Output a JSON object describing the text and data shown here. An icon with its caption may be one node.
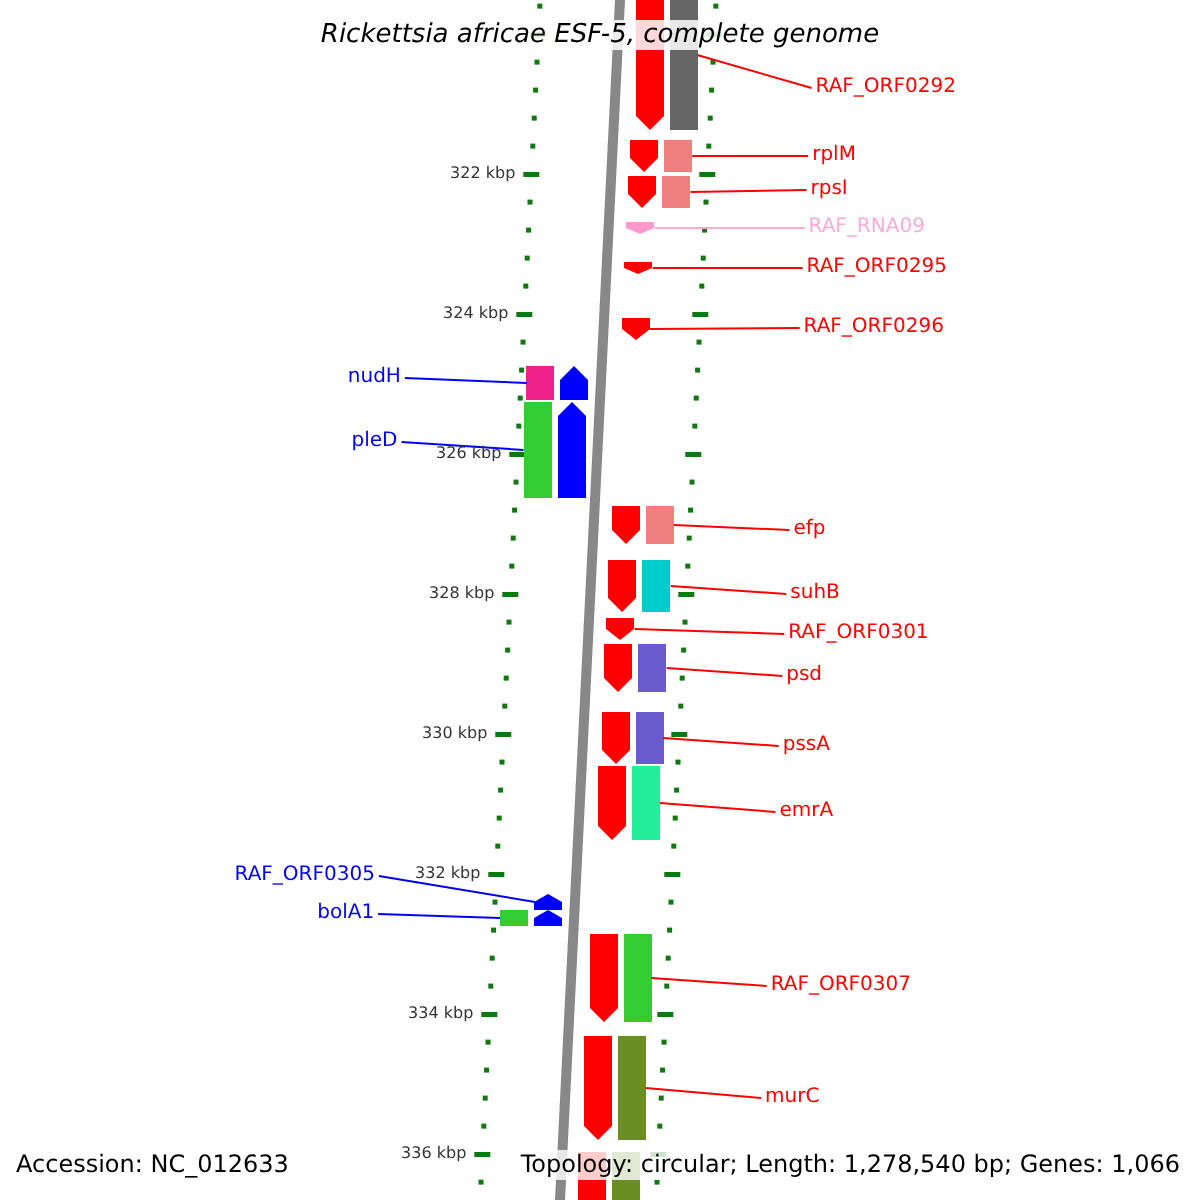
{
  "diagram": {
    "title": "Rickettsia africae ESF-5, complete genome",
    "nodes": [
      {
        "text": [
          "RAF_ORF0292"
        ]
      },
      {
        "text": [],
        "shape": "arrow"
      },
      {
        "text": [
          "rplM"
        ]
      },
      {
        "text": [],
        "shape": "arrow"
      },
      {
        "text": [
          "rpsI"
        ]
      },
      {
        "text": [],
        "shape": "arrow"
      },
      {
        "text": [
          "RAF_RNA09"
        ]
      },
      {
        "text": [],
        "shape": "arrow"
      },
      {
        "text": [
          "RAF_ORF0295"
        ]
      },
      {
        "text": [],
        "shape": "arrow"
      },
      {
        "text": [
          "RAF_ORF0296"
        ]
      },
      {
        "text": [],
        "shape": "arrow"
      },
      {
        "text": [
          "nudH"
        ]
      },
      {
        "text": [],
        "shape": "arrow"
      },
      {
        "text": [
          "pleD"
        ]
      },
      {
        "text": [],
        "shape": "arrow"
      },
      {
        "text": [
          "efp"
        ]
      },
      {
        "text": [],
        "shape": "arrow"
      },
      {
        "text": [
          "suhB"
        ]
      },
      {
        "text": [],
        "shape": "arrow"
      },
      {
        "text": [
          "RAF_ORF0301"
        ]
      },
      {
        "text": [],
        "shape": "arrow"
      },
      {
        "text": [
          "psd"
        ]
      },
      {
        "text": [],
        "shape": "arrow"
      },
      {
        "text": [
          "pssA"
        ]
      },
      {
        "text": [],
        "shape": "arrow"
      },
      {
        "text": [
          "emrA"
        ]
      },
      {
        "text": [],
        "shape": "arrow"
      },
      {
        "text": [
          "RAF_ORF0305"
        ]
      },
      {
        "text": [],
        "shape": "arrow"
      },
      {
        "text": [
          "bolA1"
        ]
      },
      {
        "text": [],
        "shape": "arrow"
      },
      {
        "text": [
          "RAF_ORF0307"
        ]
      },
      {
        "text": [],
        "shape": "arrow"
      },
      {
        "text": [
          "murC"
        ]
      },
      {
        "text": [],
        "shape": "arrow"
      }
    ],
    "edges": [
      {
        "from": 0,
        "to": 1,
        "arrow": "none"
      },
      {
        "from": 2,
        "to": 3,
        "arrow": "none"
      },
      {
        "from": 4,
        "to": 5,
        "arrow": "none"
      },
      {
        "from": 6,
        "to": 7,
        "arrow": "none",
        "color": "#ffaad4"
      },
      {
        "from": 8,
        "to": 9,
        "arrow": "none"
      },
      {
        "from": 10,
        "to": 11,
        "arrow": "none"
      },
      {
        "from": 12,
        "to": 13,
        "arrow": "none",
        "color": "#0000ff"
      },
      {
        "from": 14,
        "to": 15,
        "arrow": "none",
        "color": "#0000ff"
      },
      {
        "from": 16,
        "to": 17,
        "arrow": "none"
      },
      {
        "from": 18,
        "to": 19,
        "arrow": "none"
      },
      {
        "from": 20,
        "to": 21,
        "arrow": "none"
      },
      {
        "from": 22,
        "to": 23,
        "arrow": "none"
      },
      {
        "from": 24,
        "to": 25,
        "arrow": "none"
      },
      {
        "from": 26,
        "to": 27,
        "arrow": "none"
      },
      {
        "from": 28,
        "to": 29,
        "arrow": "none",
        "color": "#0000ff"
      },
      {
        "from": 30,
        "to": 31,
        "arrow": "none",
        "color": "#0000ff"
      },
      {
        "from": 32,
        "to": 33,
        "arrow": "none"
      },
      {
        "from": 34,
        "to": 35,
        "arrow": "none"
      }
    ],
    "labels": [
      "322 kbp",
      "324 kbp",
      "326 kbp",
      "328 kbp",
      "330 kbp",
      "332 kbp",
      "334 kbp",
      "336 kbp",
      "Accession: NC_012633",
      "Topology: circular; Length: 1,278,540 bp; Genes: 1,066"
    ]
  }
}
